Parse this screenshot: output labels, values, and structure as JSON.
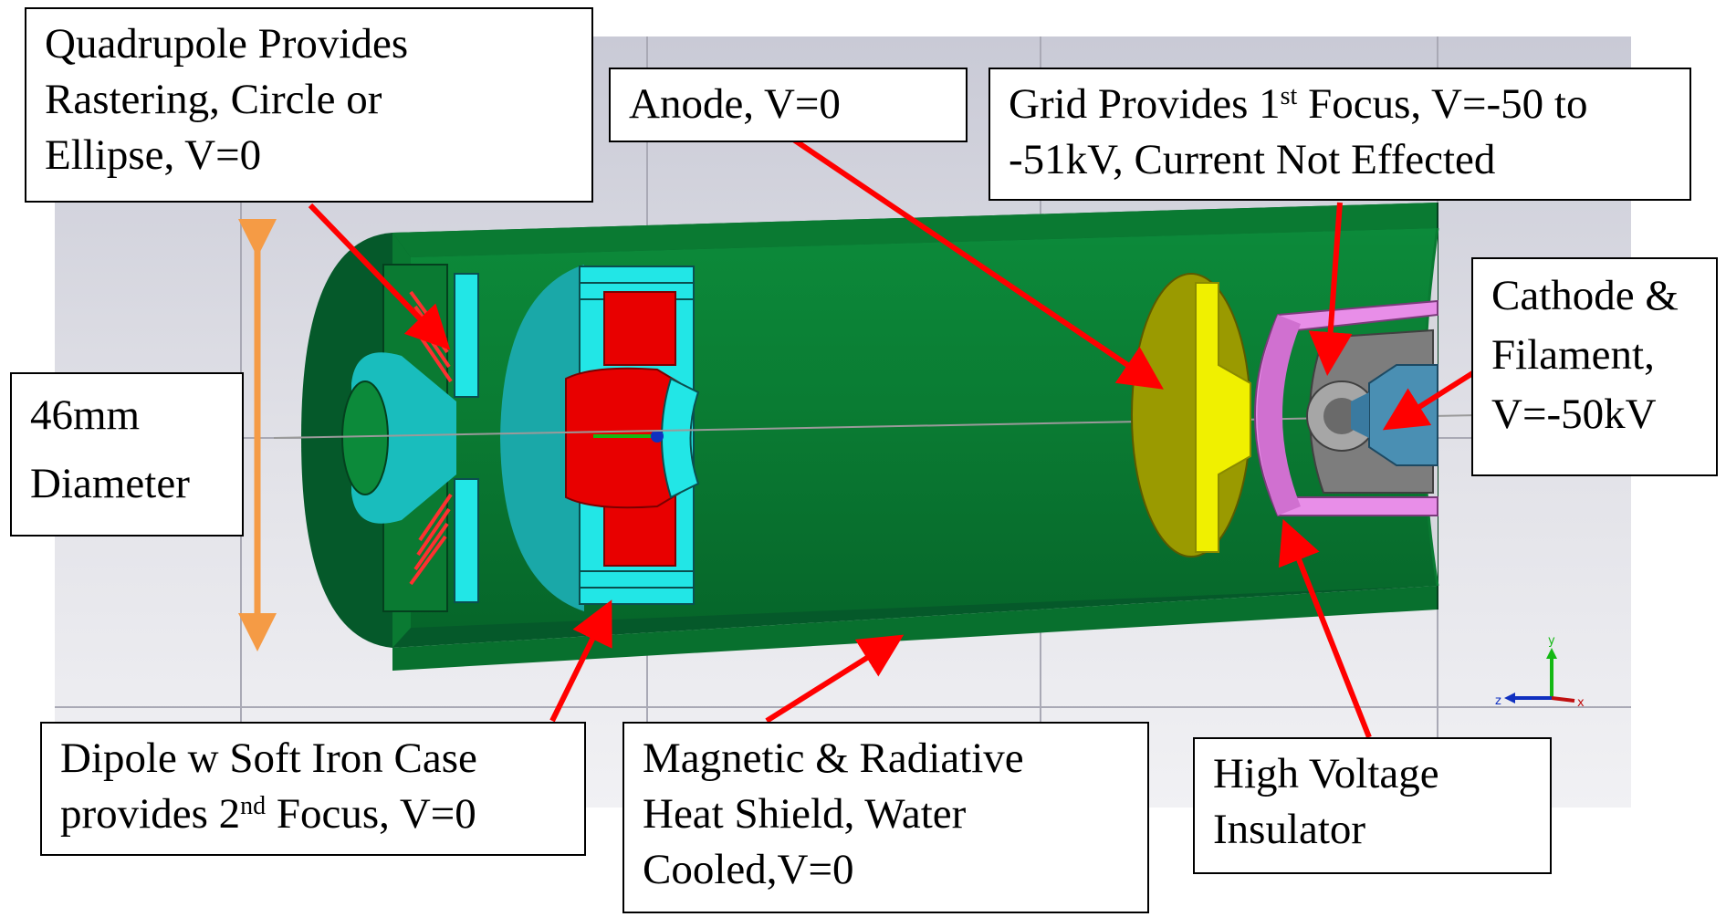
{
  "labels": {
    "quadrupole": {
      "line1": "Quadrupole Provides",
      "line2": "Rastering, Circle or",
      "line3": "Ellipse, V=0"
    },
    "anode": {
      "text": "Anode, V=0"
    },
    "grid": {
      "line1a": "Grid Provides 1",
      "line1sup": "st",
      "line1b": " Focus, V=-50 to",
      "line2": "-51kV, Current Not Effected"
    },
    "cathode": {
      "line1": "Cathode &",
      "line2": "Filament,",
      "line3": "V=-50kV"
    },
    "diameter": {
      "line1": "46mm",
      "line2": "Diameter"
    },
    "dipole": {
      "line1": "Dipole w Soft Iron Case",
      "line2a": "provides 2",
      "line2sup": "nd",
      "line2b": " Focus, V=0"
    },
    "shield": {
      "line1": "Magnetic & Radiative",
      "line2": "Heat Shield, Water",
      "line3": "Cooled,V=0"
    },
    "insulator": {
      "line1": "High Voltage",
      "line2": "Insulator"
    }
  },
  "axes_gizmo": {
    "x": "x",
    "y": "y",
    "z": "z"
  },
  "colors": {
    "shield_green": "#0a7a32",
    "shield_dark": "#05592a",
    "cyan_iron": "#22e6e6",
    "dipole_red": "#e80000",
    "anode_olive": "#9a9a00",
    "grid_yellow": "#f0f000",
    "insulator_pink": "#e88ee8",
    "cathode_gray": "#8c8c8c",
    "filament_blue": "#4a8fb3",
    "arrow_red": "#ff0000",
    "dimension_orange": "#f59b45"
  }
}
